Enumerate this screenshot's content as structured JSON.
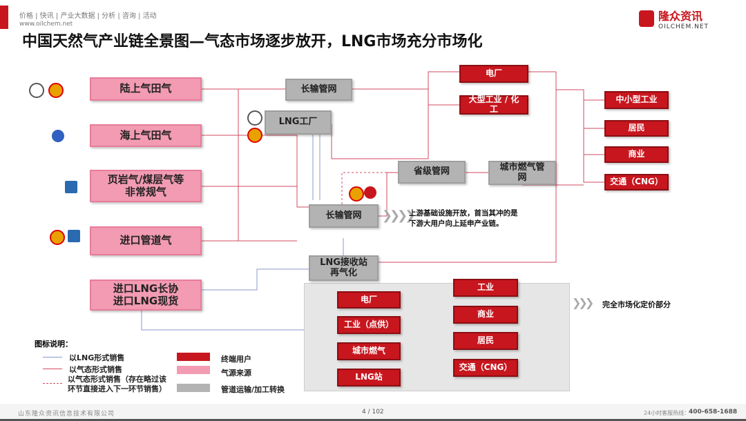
{
  "header": {
    "nav": "价格 | 快讯 | 产业大数据 | 分析 | 咨询 | 活动",
    "url": "www.oilchem.net",
    "title": "中国天然气产业链全景图—气态市场逐步放开，LNG市场充分市场化",
    "logo_cn": "隆众资讯",
    "logo_en": "OILCHEM.NET"
  },
  "sources": [
    "陆上气田气",
    "海上气田气",
    "页岩气/煤层气等非常规气",
    "进口管道气",
    "进口LNG长协\n进口LNG现货"
  ],
  "transport": {
    "pipe_top": "长输管网",
    "lng_plant": "LNG工厂",
    "provincial": "省级管网",
    "city_gas": "城市燃气管网",
    "pipe_mid": "长输管网",
    "lng_terminal": "LNG接收站\n再气化"
  },
  "end_users_top": [
    "电厂",
    "大型工业 / 化工"
  ],
  "end_users_right": [
    "中小型工业",
    "居民",
    "商业",
    "交通（CNG）"
  ],
  "market_left": [
    "电厂",
    "工业（点供）",
    "城市燃气",
    "LNG站"
  ],
  "market_right": [
    "工业",
    "商业",
    "居民",
    "交通（CNG）"
  ],
  "note_upstream": "上游基础设施开放，首当其冲的是\n下游大用户向上延申产业链。",
  "note_market": "完全市场化定价部分",
  "legend": {
    "title": "图标说明：",
    "lng": "以LNG形式销售",
    "gas": "以气态形式销售",
    "gas_skip": "以气态形式销售（存在略过该\n环节直接进入下一环节销售）",
    "end": "终端用户",
    "source": "气源来源",
    "transport": "管道运输/加工转换"
  },
  "footer": {
    "company": "山东隆众资讯信息技术有限公司",
    "page": "4 / 102",
    "hotline_label": "24小时客服热线：",
    "hotline": "400-658-1688"
  },
  "colors": {
    "red": "#c8161e",
    "pink": "#f29bb3",
    "gray": "#b3b3b3"
  }
}
